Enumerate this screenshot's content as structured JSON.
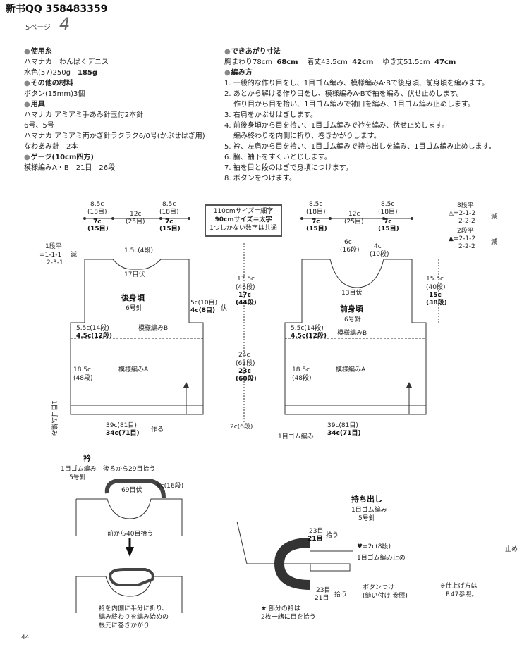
{
  "header": {
    "title": "新书QQ 358483359",
    "page_label": "5ページ",
    "page_number": "4"
  },
  "left": {
    "yarn_heading": "使用糸",
    "yarn_line1": "ハマナカ　わんぱくデニス",
    "yarn_line2": "水色(57)250g",
    "yarn_line2_bold": "185g",
    "other_heading": "その他の材料",
    "other_line1": "ボタン(15mm)3個",
    "tools_heading": "用具",
    "tools_line1": "ハマナカ アミアミ手あみ針玉付2本針",
    "tools_line2": "6号、5号",
    "tools_line3": "ハマナカ アミアミ両かぎ針ラクラク6/0号(かぶせはぎ用)",
    "tools_line4": "なわあみ針　2本",
    "gauge_heading": "ゲージ(10cm四方)",
    "gauge_line1": "模様編みA・B　21目　26段"
  },
  "right": {
    "size_heading": "できあがり寸法",
    "size_a": "胸まわり78cm",
    "size_a_b": "68cm",
    "size_b": "着丈43.5cm",
    "size_b_b": "42cm",
    "size_c": "ゆき丈51.5cm",
    "size_c_b": "47cm",
    "method_heading": "編み方",
    "steps": [
      "1. 一般的な作り目をし、1目ゴム編み、模様編みA·Bで後身頃、前身頃を編みます。",
      "2. あとから解ける作り目をし、模様編みA·Bで袖を編み、伏せ止めします。",
      "　 作り目から目を拾い、1目ゴム編みで袖口を編み、1目ゴム編み止めします。",
      "3. 右肩をかぶせはぎします。",
      "4. 前後身頃から目を拾い、1目ゴム編みで衿を編み、伏せ止めします。",
      "　 編み終わりを内側に折り、巻きかがりします。",
      "5. 衿、左肩から目を拾い、1目ゴム編みで持ち出しを編み、1目ゴム編み止めします。",
      "6. 脇、袖下をすくいとじします。",
      "7. 袖を目と段のはぎで身頃につけます。",
      "8. ボタンをつけます。"
    ]
  },
  "note_box": {
    "line1": "110cmサイズ＝細字",
    "line2": "90cmサイズ＝太字",
    "line3": "1つしかない数字は共通"
  },
  "back": {
    "title": "後身頃",
    "needle": "6号針",
    "shoulder_l1": "8.5c",
    "shoulder_l2": "(18目)",
    "shoulder_l3": "7c",
    "shoulder_l4": "(15目)",
    "neck1": "12c",
    "neck2": "(25目)",
    "shoulder_r1": "8.5c",
    "shoulder_r2": "(18目)",
    "shoulder_r3": "7c",
    "shoulder_r4": "(15目)",
    "dec_label": "1段平",
    "dec1": "=1-1-1",
    "dec2": "2-3-1",
    "dec_word": "減",
    "neck_depth": "1.5c(4段)",
    "bind": "17目伏",
    "arm1": "5c(10目)",
    "arm2": "4c(8目)",
    "arm_word": "伏",
    "side_b1": "5.5c(14段)",
    "side_b2": "4.5c(12段)",
    "pattern_b": "模様編みB",
    "side_a1": "18.5c",
    "side_a2": "(48段)",
    "pattern_a": "模様編みA",
    "rib": "1目ゴム編み",
    "width1": "39c(81目)",
    "width2": "34c(71目)",
    "cast": "作る"
  },
  "center": {
    "h1": "17.5c",
    "h2": "(46段)",
    "h3": "17c",
    "h4": "(44段)",
    "m1": "24c",
    "m2": "(62段)",
    "m3": "23c",
    "m4": "(60段)",
    "rib": "2c(6段)"
  },
  "front": {
    "title": "前身頃",
    "needle": "6号針",
    "shoulder_l1": "8.5c",
    "shoulder_l2": "(18目)",
    "shoulder_l3": "7c",
    "shoulder_l4": "(15目)",
    "neck1": "12c",
    "neck2": "(25目)",
    "shoulder_r1": "8.5c",
    "shoulder_r2": "(18目)",
    "shoulder_r3": "7c",
    "shoulder_r4": "(15目)",
    "nd1": "6c",
    "nd2": "(16段)",
    "nd3": "4c",
    "nd4": "(10段)",
    "bind": "13目伏",
    "arm1": "15.5c",
    "arm2": "(40段)",
    "arm3": "15c",
    "arm4": "(38段)",
    "side_b1": "5.5c(14段)",
    "side_b2": "4.5c(12段)",
    "pattern_b": "模様編みB",
    "side_a1": "18.5c",
    "side_a2": "(48段)",
    "pattern_a": "模様編みA",
    "rib": "1目ゴム編み",
    "width1": "39c(81目)",
    "width2": "34c(71目)",
    "dec_a_label": "8段平",
    "dec_a1": "△=2-1-2",
    "dec_a2": "2-2-2",
    "dec_a_word": "減",
    "dec_b_label": "2段平",
    "dec_b1": "▲=2-1-2",
    "dec_b2": "2-2-2",
    "dec_b_word": "減"
  },
  "collar": {
    "title": "衿",
    "stitch": "1目ゴム編み",
    "needle": "5号針",
    "pick_back": "後ろから29目拾う",
    "bind": "69目伏",
    "height": "6c(16段)",
    "pick_front": "前から40目拾う",
    "fold1": "衿を内側に半分に折り、",
    "fold2": "編み終わりを編み始めの",
    "fold3": "根元に巻きかがり"
  },
  "placket": {
    "title": "持ち出し",
    "stitch": "1目ゴム編み",
    "needle": "5号針",
    "a1": "23目",
    "a2": "21目",
    "pick": "拾う",
    "heart": "♥=2c(8段)",
    "rib_end": "1目ゴム編み止め",
    "b1": "23目",
    "b2": "21目",
    "pick2": "拾う",
    "button": "ボタンつけ",
    "button_note": "(縫い付け 参照)",
    "star1": "★ 部分の衿は",
    "star2": "2枚一緒に目を拾う",
    "stop": "止め",
    "finish1": "※仕上げ方は",
    "finish2": "P.47参照。"
  },
  "footer": {
    "page": "44"
  }
}
